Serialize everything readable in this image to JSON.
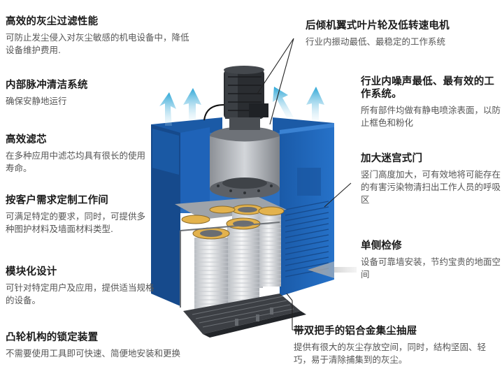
{
  "features_left": [
    {
      "title": "高效的灰尘过滤性能",
      "desc": "可防止发尘侵入对灰尘敏感的机电设备中，降低设备维护费用."
    },
    {
      "title": "内部脉冲清洁系统",
      "desc": "确保安静地运行"
    },
    {
      "title": "高效滤芯",
      "desc": "在多种应用中滤芯均具有很长的使用寿命。"
    },
    {
      "title": "按客户需求定制工作间",
      "desc": "可满足特定的要求，同时，可提供多种图护材料及墙面材料类型."
    },
    {
      "title": "模块化设计",
      "desc": "可针对特定用户及应用，提供适当规格的设备。"
    },
    {
      "title": "凸轮机构的锁定装置",
      "desc": "不需要使用工具即可快速、简便地安装和更换"
    }
  ],
  "features_right": [
    {
      "title": "后倾机翼式叶片轮及低转速电机",
      "desc": "行业内振动最低、最稳定的工作系统"
    },
    {
      "title": "行业内噪声最低、最有效的工作系统。",
      "desc": "所有部件均做有静电喷涂表面，以防止框色和粉化"
    },
    {
      "title": "加大迷宫式门",
      "desc": "竖门高度加大，可有效地将可能存在的有害污染物清扫出工作人员的呼吸区"
    },
    {
      "title": "单侧检修",
      "desc": "设备可靠墙安装，节约宝贵的地面空间"
    },
    {
      "title": "带双把手的铝合金集尘抽屉",
      "desc": "提供有很大的灰尘存放空间，同时，结构坚固、轻巧，易于清除捕集到的灰尘。"
    }
  ],
  "colors": {
    "housing_blue": "#1f63b8",
    "housing_dark": "#164a8c",
    "arrow_cyan": "#2ba6d6",
    "title_text": "#1a1a1a",
    "desc_text": "#555555"
  }
}
